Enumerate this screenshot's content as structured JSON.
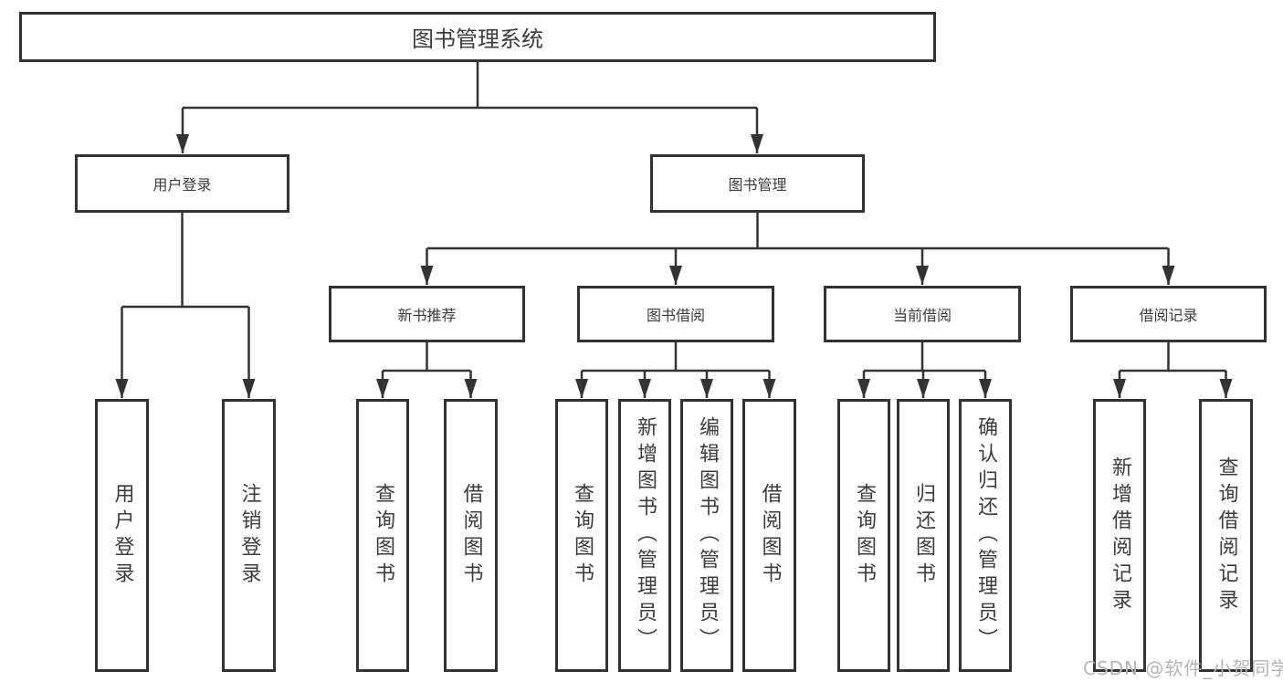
{
  "tree": {
    "label": "图书管理系统",
    "children": [
      {
        "label": "用户登录",
        "children": [
          {
            "label": "用户登录"
          },
          {
            "label": "注销登录"
          }
        ]
      },
      {
        "label": "图书管理",
        "children": [
          {
            "label": "新书推荐",
            "children": [
              {
                "label": "查询图书"
              },
              {
                "label": "借阅图书"
              }
            ]
          },
          {
            "label": "图书借阅",
            "children": [
              {
                "label": "查询图书"
              },
              {
                "label": "新增图书（管理员）"
              },
              {
                "label": "编辑图书（管理员）"
              },
              {
                "label": "借阅图书"
              }
            ]
          },
          {
            "label": "当前借阅",
            "children": [
              {
                "label": "查询图书"
              },
              {
                "label": "归还图书"
              },
              {
                "label": "确认归还（管理员）"
              }
            ]
          },
          {
            "label": "借阅记录",
            "children": [
              {
                "label": "新增借阅记录"
              },
              {
                "label": "查询借阅记录"
              }
            ]
          }
        ]
      }
    ]
  },
  "watermark": {
    "text": "CSDN @软件_小贺同学"
  },
  "colors": {
    "background": "#ffffff",
    "line": "#333333",
    "text": "#3c3c3c",
    "watermark": "#b0b6bd"
  }
}
